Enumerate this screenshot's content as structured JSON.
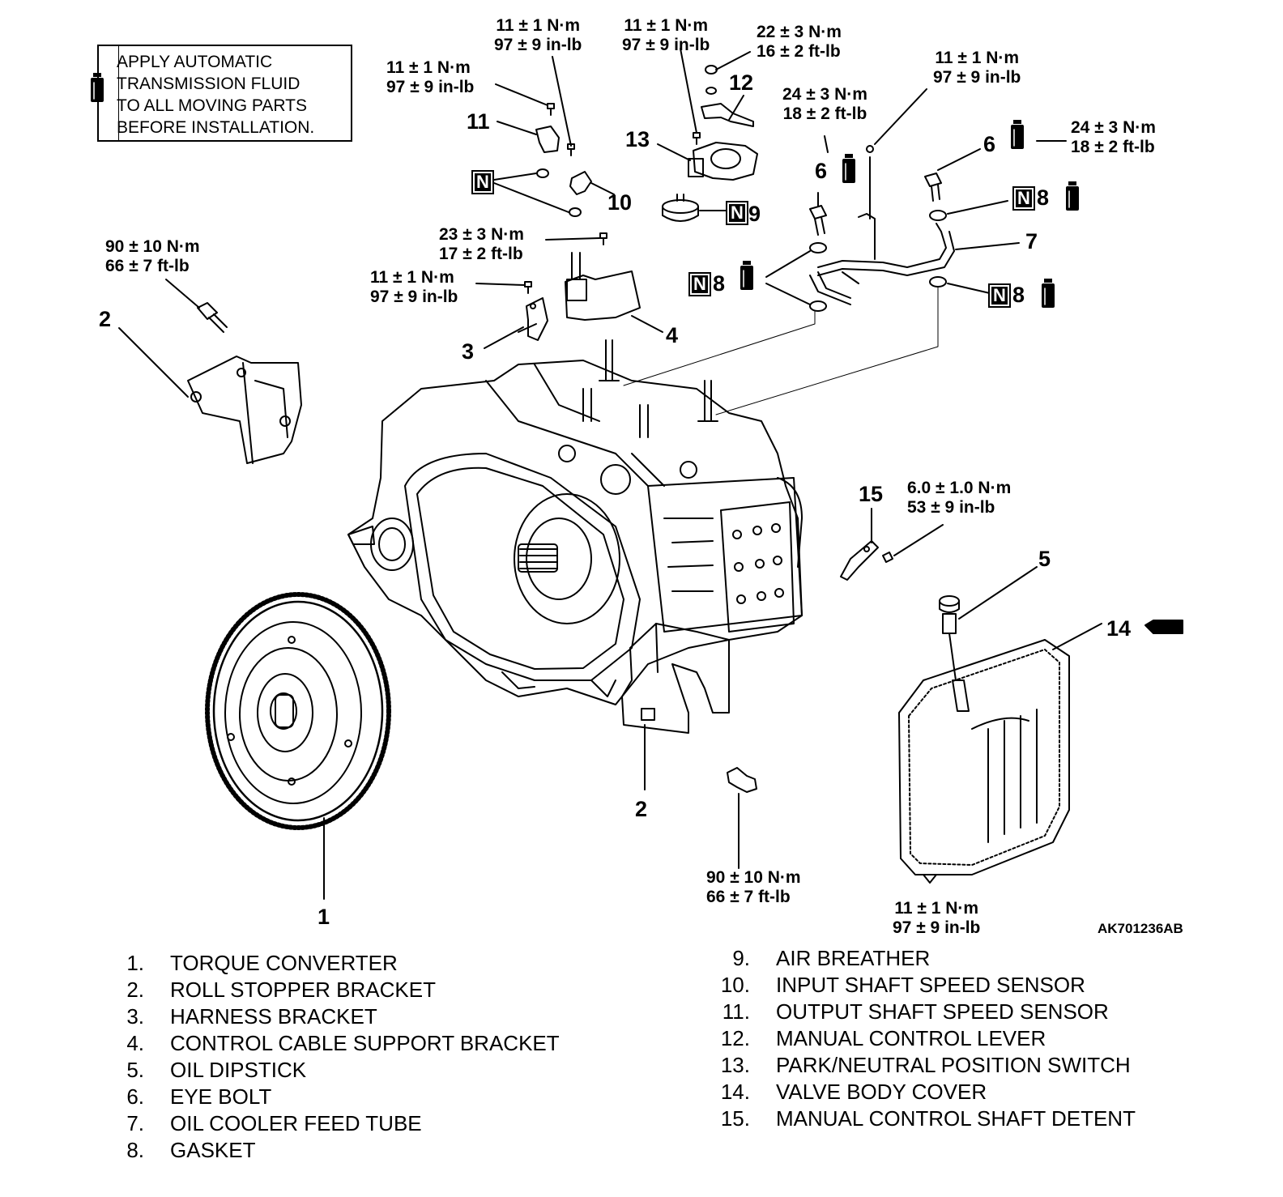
{
  "note": {
    "text": "APPLY AUTOMATIC\nTRANSMISSION FLUID\nTO ALL MOVING PARTS\nBEFORE INSTALLATION."
  },
  "torques": {
    "t2_top": [
      "90 ± 10 N·m",
      "66 ± 7 ft-lb"
    ],
    "t11": [
      "11 ± 1 N·m",
      "97 ± 9 in-lb"
    ],
    "t10": [
      "11 ± 1 N·m",
      "97 ± 9 in-lb"
    ],
    "t13": [
      "11 ± 1 N·m",
      "97 ± 9 in-lb"
    ],
    "t12": [
      "22 ± 3 N·m",
      "16 ± 2 ft-lb"
    ],
    "t6a": [
      "24 ± 3 N·m",
      "18 ± 2 ft-lb"
    ],
    "t7": [
      "11 ± 1 N·m",
      "97 ± 9 in-lb"
    ],
    "t6b": [
      "24 ± 3 N·m",
      "18 ± 2 ft-lb"
    ],
    "t4": [
      "23 ± 3 N·m",
      "17 ± 2 ft-lb"
    ],
    "t3": [
      "11 ± 1 N·m",
      "97 ± 9 in-lb"
    ],
    "t15": [
      "6.0 ± 1.0 N·m",
      "53 ± 9 in-lb"
    ],
    "t_drain": [
      "90 ± 10 N·m",
      "66 ± 7 ft-lb"
    ],
    "t14": [
      "11 ± 1 N·m",
      "97 ± 9 in-lb"
    ]
  },
  "callouts": {
    "c1": "1",
    "c2a": "2",
    "c2b": "2",
    "c3": "3",
    "c4": "4",
    "c5": "5",
    "c6a": "6",
    "c6b": "6",
    "c7": "7",
    "c8a": "8",
    "c8b": "8",
    "c8c": "8",
    "c9": "9",
    "c10": "10",
    "c11": "11",
    "c12": "12",
    "c13": "13",
    "c14": "14",
    "c15": "15"
  },
  "n_mark": "N",
  "figure_code": "AK701236AB",
  "legend_left": [
    {
      "num": "1.",
      "label": "TORQUE CONVERTER"
    },
    {
      "num": "2.",
      "label": "ROLL STOPPER BRACKET"
    },
    {
      "num": "3.",
      "label": "HARNESS BRACKET"
    },
    {
      "num": "4.",
      "label": "CONTROL CABLE SUPPORT BRACKET"
    },
    {
      "num": "5.",
      "label": "OIL DIPSTICK"
    },
    {
      "num": "6.",
      "label": "EYE BOLT"
    },
    {
      "num": "7.",
      "label": "OIL COOLER FEED TUBE"
    },
    {
      "num": "8.",
      "label": "GASKET"
    }
  ],
  "legend_right": [
    {
      "num": "9.",
      "label": "AIR BREATHER"
    },
    {
      "num": "10.",
      "label": "INPUT SHAFT SPEED SENSOR"
    },
    {
      "num": "11.",
      "label": "OUTPUT SHAFT SPEED SENSOR"
    },
    {
      "num": "12.",
      "label": "MANUAL CONTROL LEVER"
    },
    {
      "num": "13.",
      "label": "PARK/NEUTRAL POSITION SWITCH"
    },
    {
      "num": "14.",
      "label": "VALVE BODY COVER"
    },
    {
      "num": "15.",
      "label": "MANUAL CONTROL SHAFT DETENT"
    }
  ]
}
